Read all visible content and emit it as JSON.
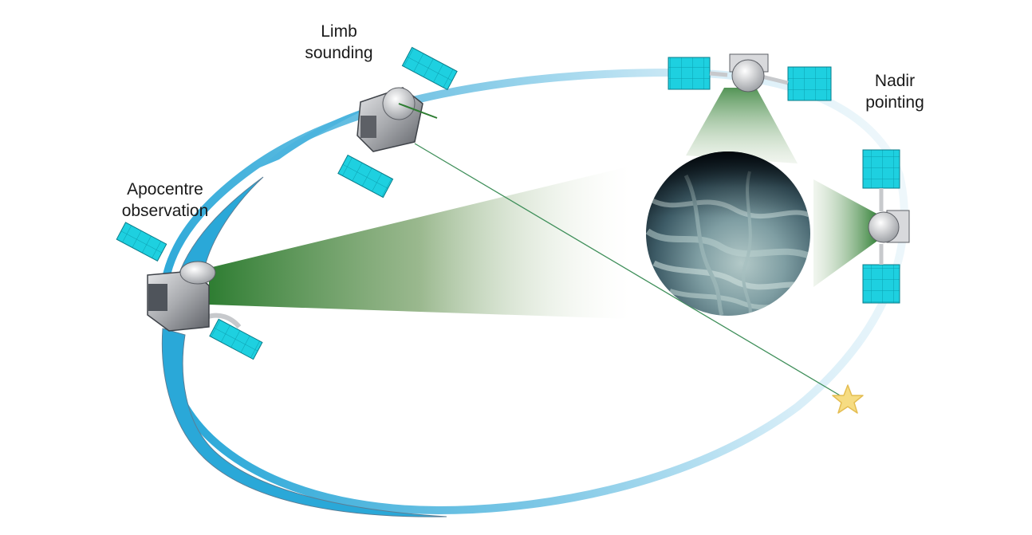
{
  "labels": {
    "limb": [
      "Limb",
      "sounding"
    ],
    "nadir": [
      "Nadir",
      "pointing"
    ],
    "apocentre": [
      "Apocentre",
      "observation"
    ]
  },
  "colors": {
    "orbit_dark": "#2aa8d8",
    "orbit_light": "#d8eef8",
    "orbit_edge": "#5a7e96",
    "beam_green": "#2e7d32",
    "panel_cyan": "#1ed0e0",
    "panel_grid": "#0b7d8a",
    "body_grey": "#a8aaae",
    "star_fill": "#f6dc82",
    "star_edge": "#e4bd52",
    "planet_dark": "#0d1a22",
    "planet_light": "#9eb8bc"
  },
  "icons": [
    "spacecraft-icon",
    "star-icon",
    "planet-venus"
  ]
}
